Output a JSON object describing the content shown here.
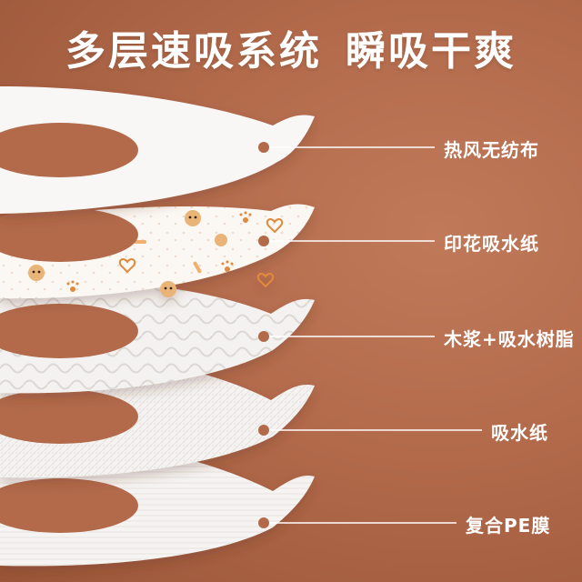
{
  "headline": {
    "part1": "多层速吸系统",
    "part2": "瞬吸干爽"
  },
  "layers": [
    {
      "label": "热风无纺布",
      "texture": "smooth"
    },
    {
      "label": "印花吸水纸",
      "texture": "printed-puppies"
    },
    {
      "label": "木浆+吸水树脂",
      "texture": "quilted"
    },
    {
      "label": "吸水纸",
      "texture": "fibrous"
    },
    {
      "label": "复合PE膜",
      "texture": "film"
    }
  ],
  "colors": {
    "background": "#b26a4b",
    "text": "#ffffff",
    "layer_fill": "#f7f5f3",
    "accent_orange": "#e08a3c"
  }
}
